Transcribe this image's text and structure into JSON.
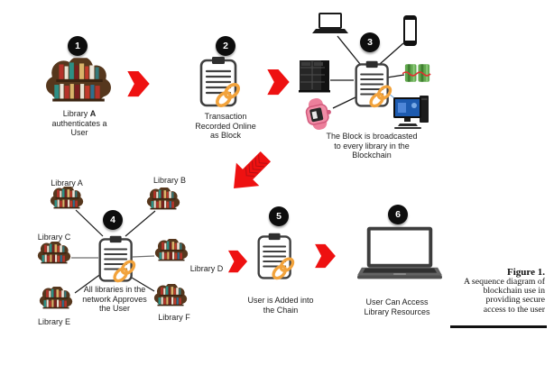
{
  "figure": {
    "caption_title": "Figure 1.",
    "caption_lines": [
      "A sequence diagram of",
      "blockchain use in",
      "providing secure",
      "access to the user"
    ]
  },
  "step1": {
    "num": "1",
    "label_pre": "Library ",
    "label_bold": "A",
    "line2": "authenticates a",
    "line3": "User"
  },
  "step2": {
    "num": "2",
    "lines": [
      "Transaction",
      "Recorded Online",
      "as Block"
    ]
  },
  "step3": {
    "num": "3",
    "lines": [
      "The Block is broadcasted",
      "to every library in the",
      "Blockchain"
    ]
  },
  "step4": {
    "num": "4",
    "lines": [
      "All libraries in the",
      "network Approves",
      "the User"
    ],
    "libraries": [
      "Library A",
      "Library B",
      "Library C",
      "Library D",
      "Library E",
      "Library F"
    ]
  },
  "step5": {
    "num": "5",
    "lines": [
      "User is Added into",
      "the Chain"
    ]
  },
  "step6": {
    "num": "6",
    "lines": [
      "User Can Access",
      "Library Resources"
    ]
  },
  "icons": {
    "step1": "library-cloud-icon",
    "step2": "clipboard-chain-icon",
    "step3_center": "clipboard-chain-icon",
    "step3_devices": [
      "laptop-icon",
      "smartphone-icon",
      "server-icon",
      "money-icon",
      "smartwatch-icon",
      "desktop-computer-icon"
    ],
    "step4_center": "clipboard-chain-icon",
    "step4_nodes": "library-cloud-icon",
    "step5": "clipboard-chain-icon",
    "step6": "laptop-icon",
    "flow_arrow": "red-chevron-arrow-icon",
    "row_transition": "big-red-arrow-icon"
  },
  "colors": {
    "arrow_red": "#ee1111",
    "chain_orange": "#f2a33c",
    "circle_black": "#0d0d0d",
    "blue_connector": "#8ab6e0",
    "cloud_brown": "#56371d"
  }
}
